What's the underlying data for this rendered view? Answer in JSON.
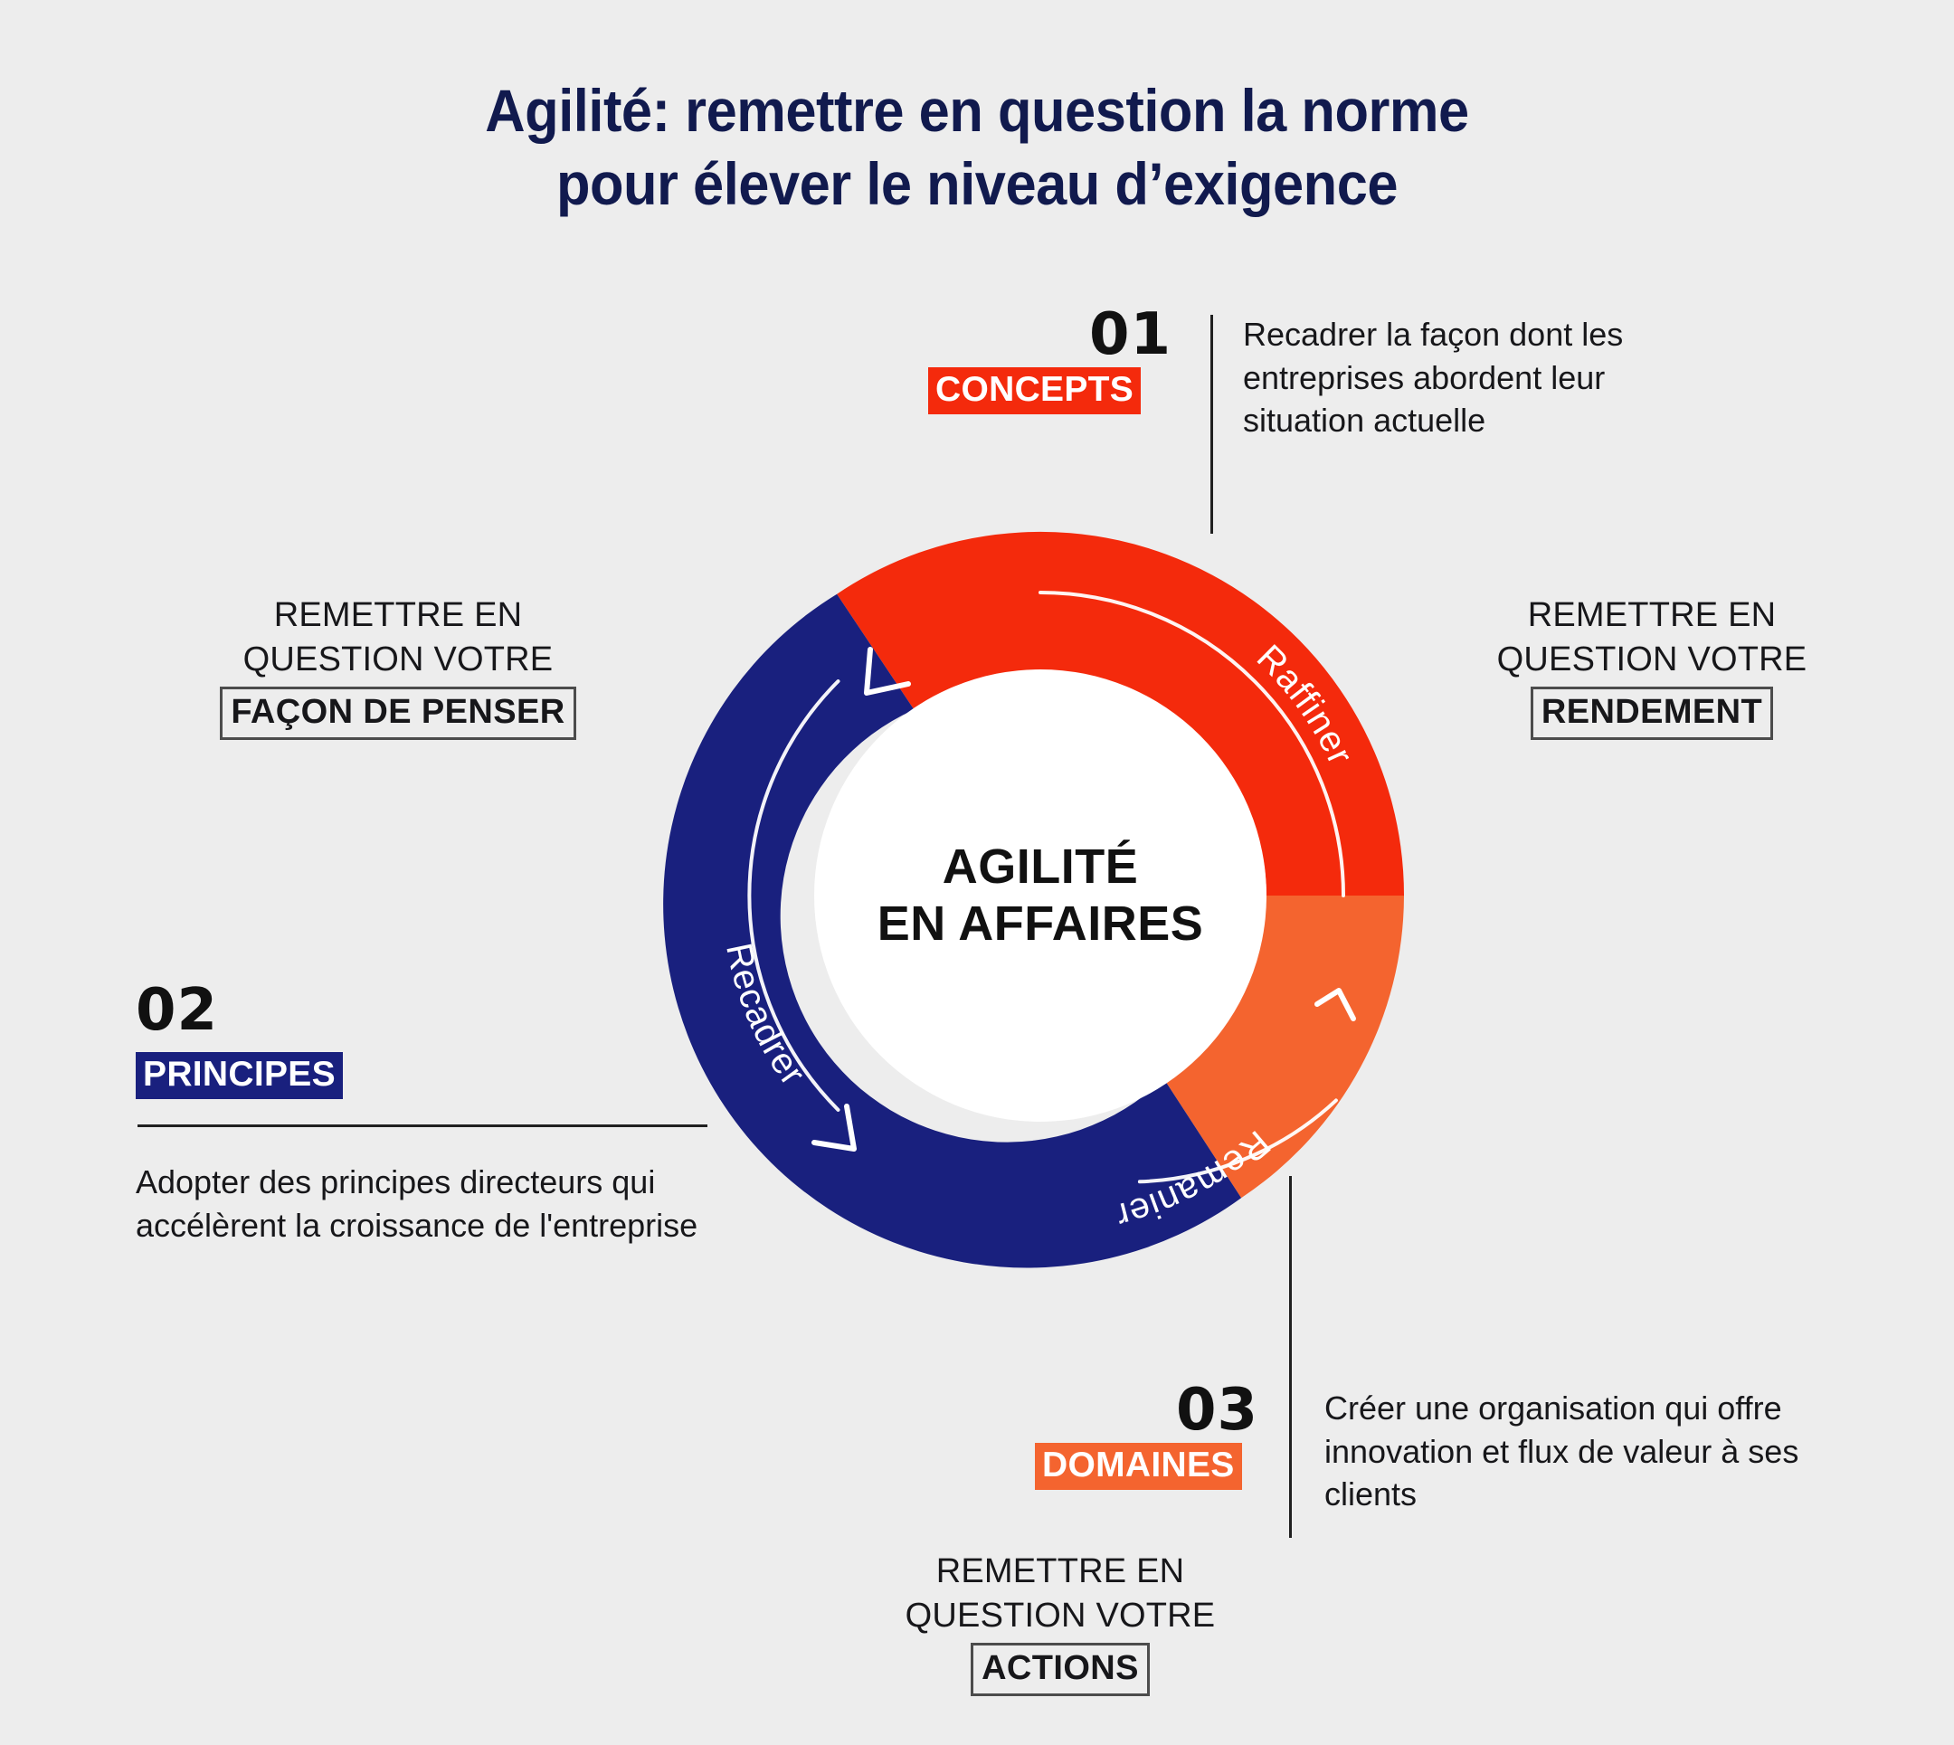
{
  "title": {
    "line1": "Agilité: remettre en question la norme",
    "line2": "pour élever le niveau d’exigence",
    "color": "#111A4E"
  },
  "hub": {
    "line1": "AGILITÉ",
    "line2": "EN AFFAIRES"
  },
  "palette": {
    "background": "#EDEDED",
    "red": "#F42A0C",
    "navy": "#19207E",
    "coral": "#F4642F",
    "hub": "#FFFFFF",
    "rule": "#202020"
  },
  "segments": [
    {
      "key": "raffiner",
      "label": "Raffiner",
      "color": "#F42A0C"
    },
    {
      "key": "remanier",
      "label": "Remanier",
      "color": "#F4642F"
    },
    {
      "key": "recadrer",
      "label": "Recadrer",
      "color": "#19207E"
    }
  ],
  "callouts": [
    {
      "number": "01",
      "badge": "CONCEPTS",
      "badge_color": "#F42A0C",
      "description": "Recadrer la façon dont les entreprises abordent leur situation actuelle"
    },
    {
      "number": "02",
      "badge": "PRINCIPES",
      "badge_color": "#19207E",
      "description": "Adopter des principes directeurs qui accélèrent la croissance de l'entreprise"
    },
    {
      "number": "03",
      "badge": "DOMAINES",
      "badge_color": "#F4642F",
      "description": "Créer une organisation qui offre innovation et flux de valeur à ses clients"
    }
  ],
  "ring_labels": [
    {
      "key": "rendement",
      "line1": "REMETTRE EN",
      "line2": "QUESTION VOTRE",
      "emphasis": "RENDEMENT"
    },
    {
      "key": "facon-de-penser",
      "line1": "REMETTRE EN",
      "line2": "QUESTION VOTRE",
      "emphasis": "FAÇON DE PENSER"
    },
    {
      "key": "actions",
      "line1": "REMETTRE EN",
      "line2": "QUESTION VOTRE",
      "emphasis": "ACTIONS"
    }
  ]
}
